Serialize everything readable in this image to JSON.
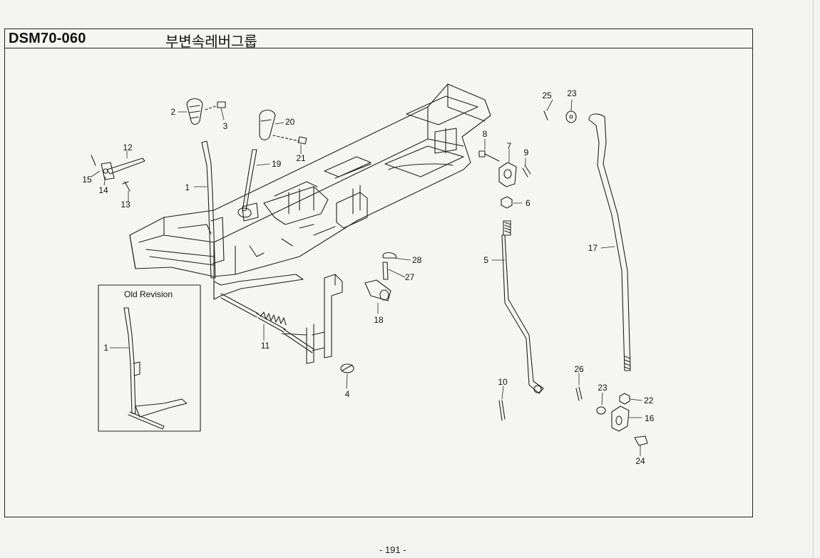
{
  "header": {
    "code": "DSM70-060",
    "title": "부변속레버그룹"
  },
  "inset": {
    "title": "Old Revision"
  },
  "callouts": [
    "1",
    "2",
    "3",
    "4",
    "5",
    "6",
    "7",
    "8",
    "9",
    "10",
    "11",
    "12",
    "13",
    "14",
    "15",
    "16",
    "17",
    "18",
    "19",
    "20",
    "21",
    "22",
    "23",
    "24",
    "25",
    "26",
    "27",
    "28"
  ],
  "footer": {
    "page": "- 191 -"
  },
  "colors": {
    "line": "#222222",
    "paper": "#f5f5f3"
  }
}
